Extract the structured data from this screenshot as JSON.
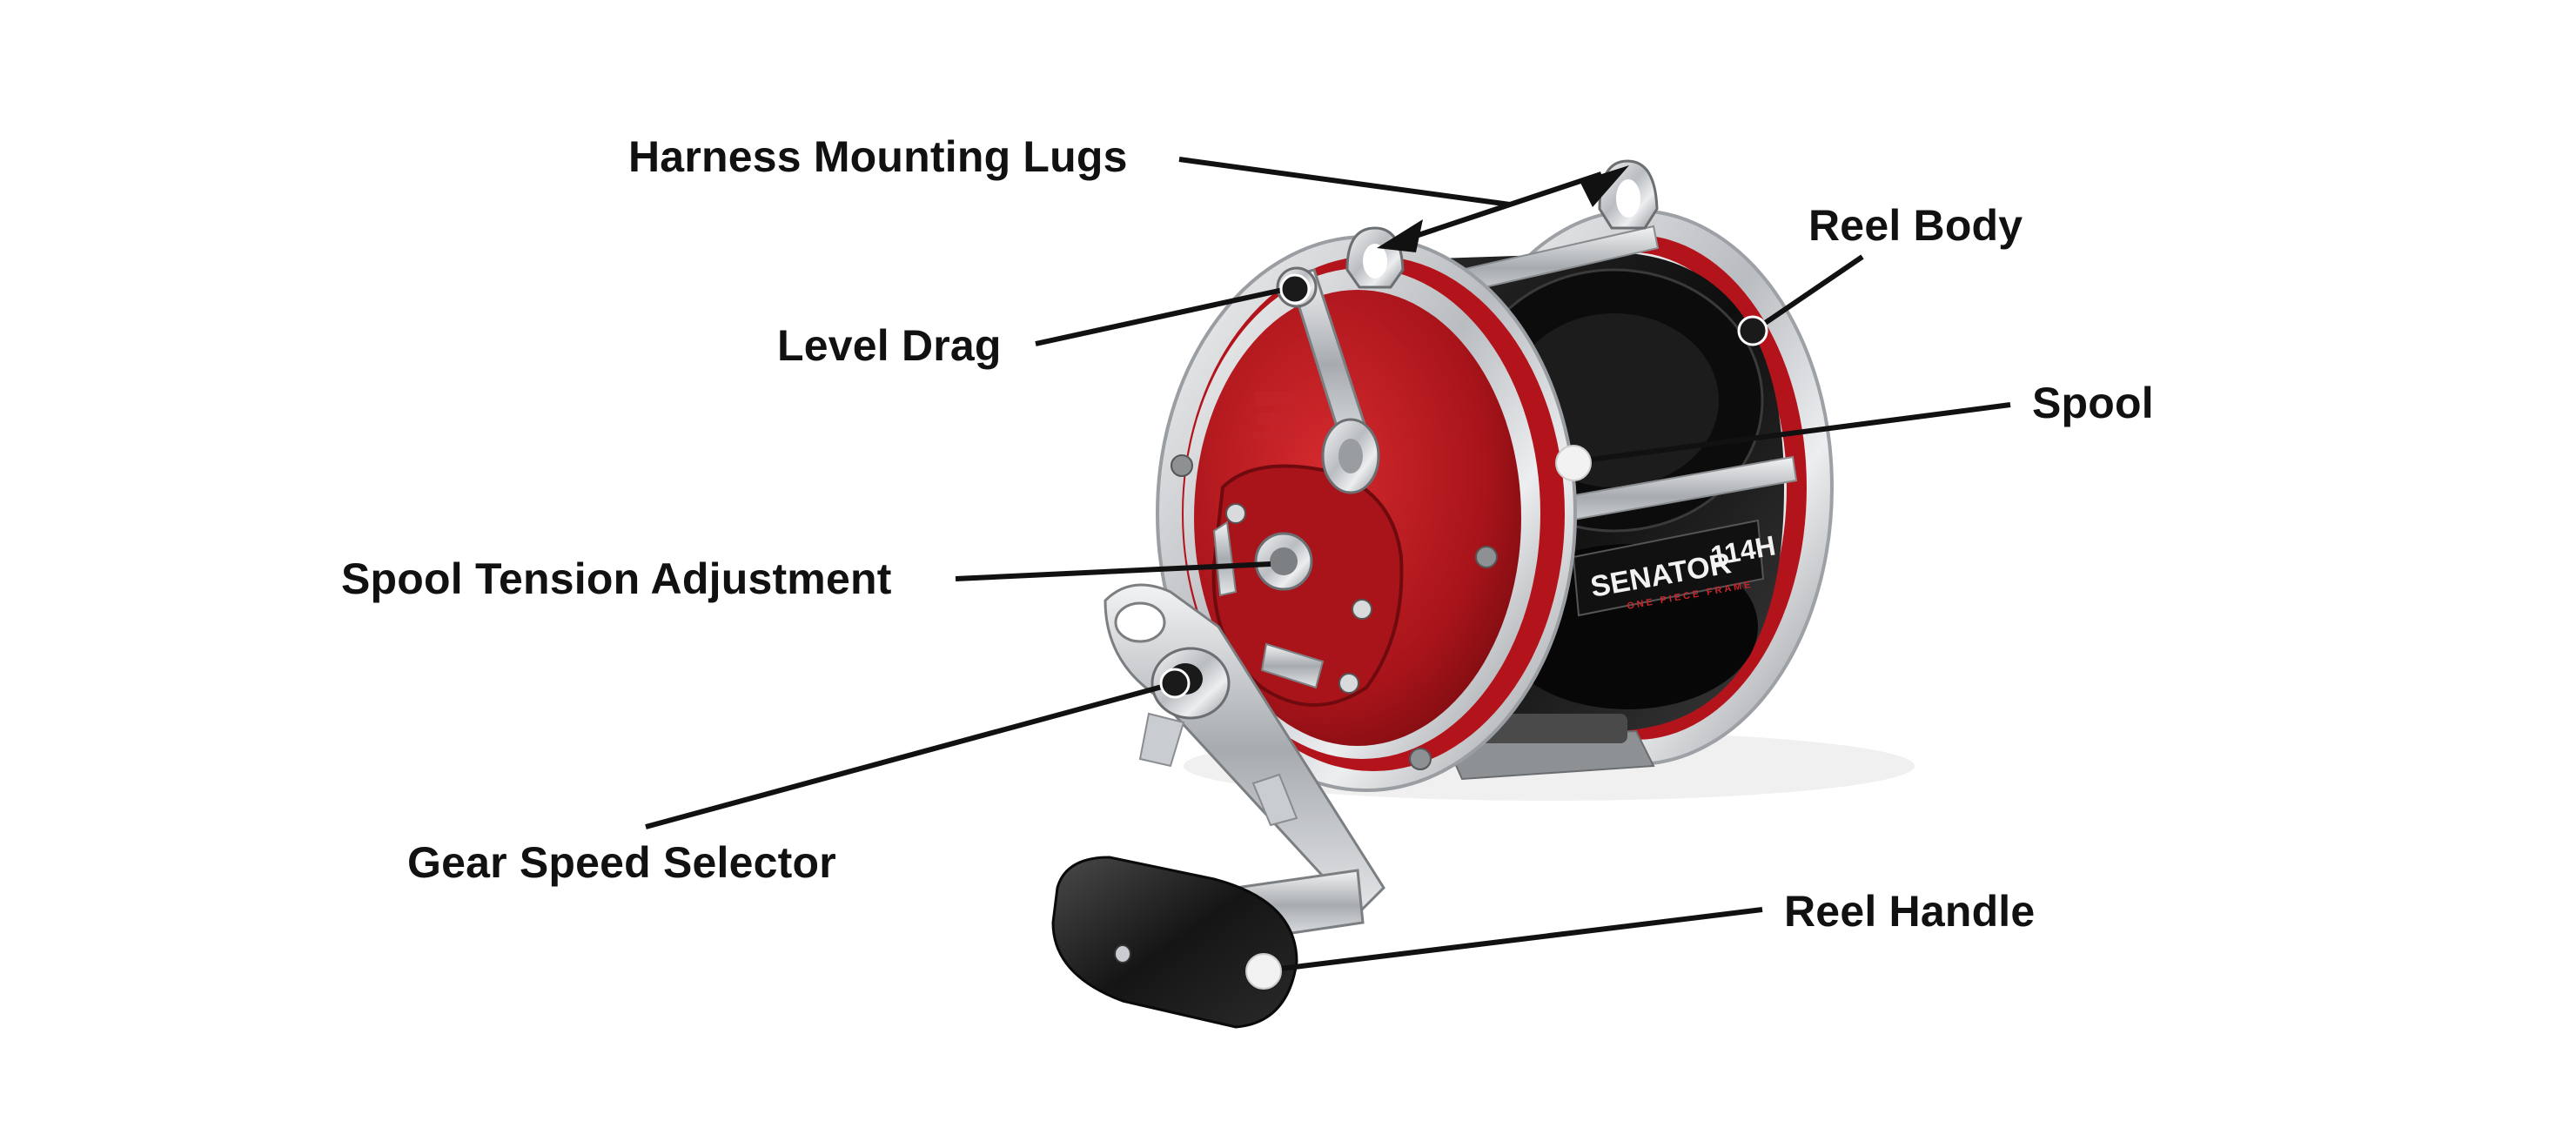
{
  "diagram": {
    "labels": {
      "harness_mounting_lugs": "Harness Mounting Lugs",
      "level_drag": "Level Drag",
      "spool_tension_adjustment": "Spool Tension Adjustment",
      "gear_speed_selector": "Gear Speed Selector",
      "reel_body": "Reel Body",
      "spool": "Spool",
      "reel_handle": "Reel Handle"
    },
    "reel_plate": {
      "brand": "SENATOR",
      "model": "114H",
      "subline": "ONE PIECE FRAME"
    },
    "colors": {
      "label_text": "#111111",
      "leader_line": "#111111",
      "reel_red": "#b3141c",
      "reel_black": "#141414",
      "chrome": "#cfd2d5"
    }
  }
}
